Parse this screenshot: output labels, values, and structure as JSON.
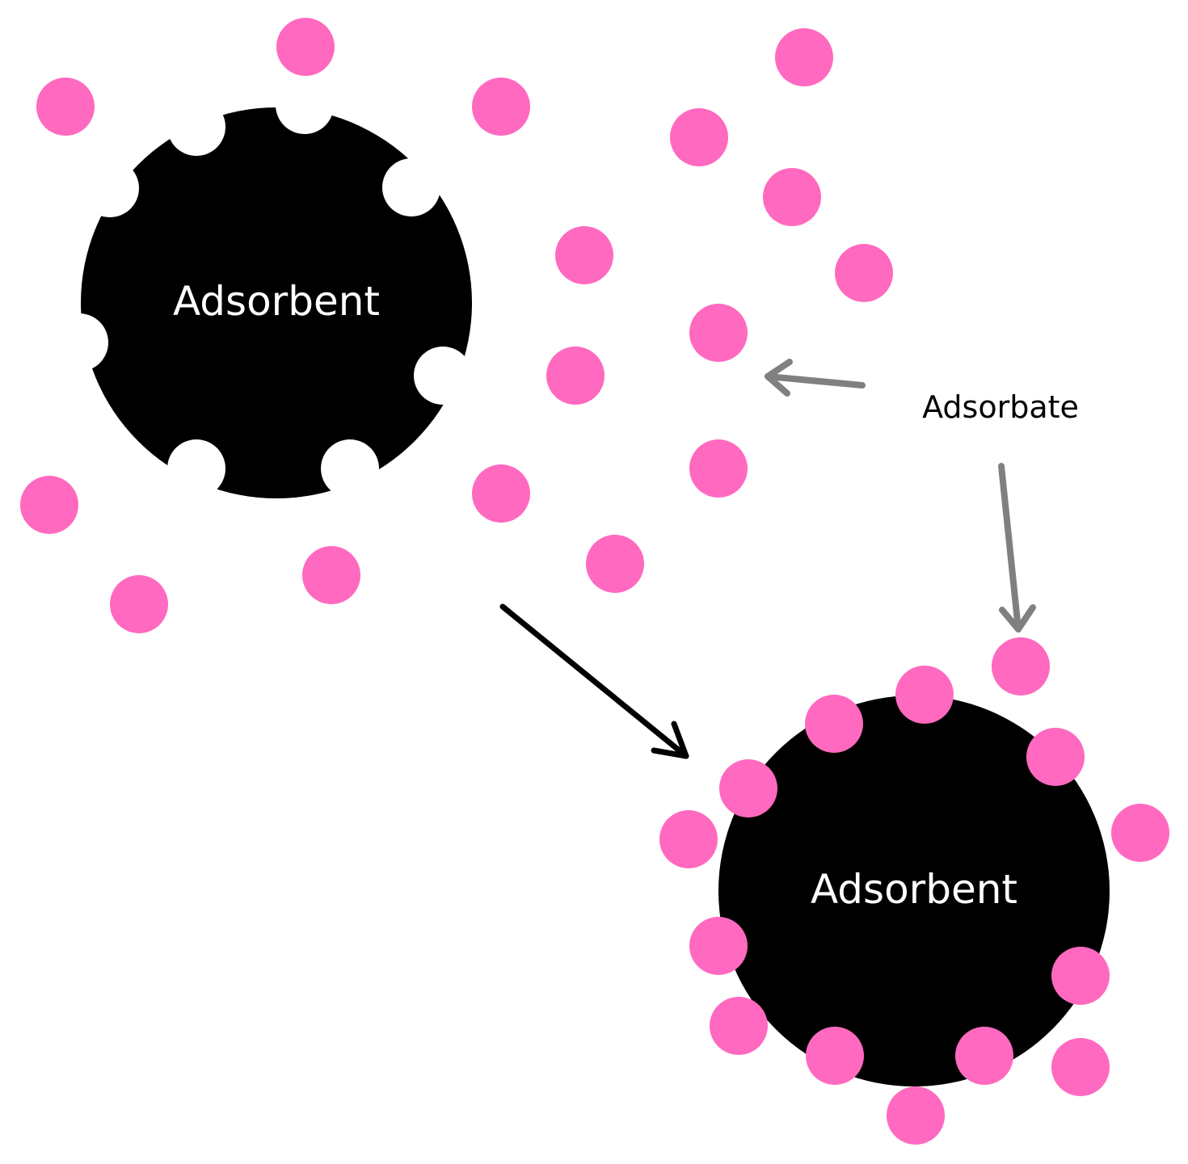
{
  "labels": {
    "adsorbent_before": "Adsorbent",
    "adsorbent_after": "Adsorbent",
    "adsorbate": "Adsorbate"
  },
  "colors": {
    "adsorbent": "#000000",
    "adsorbate": "#ff69c0",
    "pointer_arrow": "#808080",
    "process_arrow": "#000000",
    "background": "#ffffff"
  }
}
